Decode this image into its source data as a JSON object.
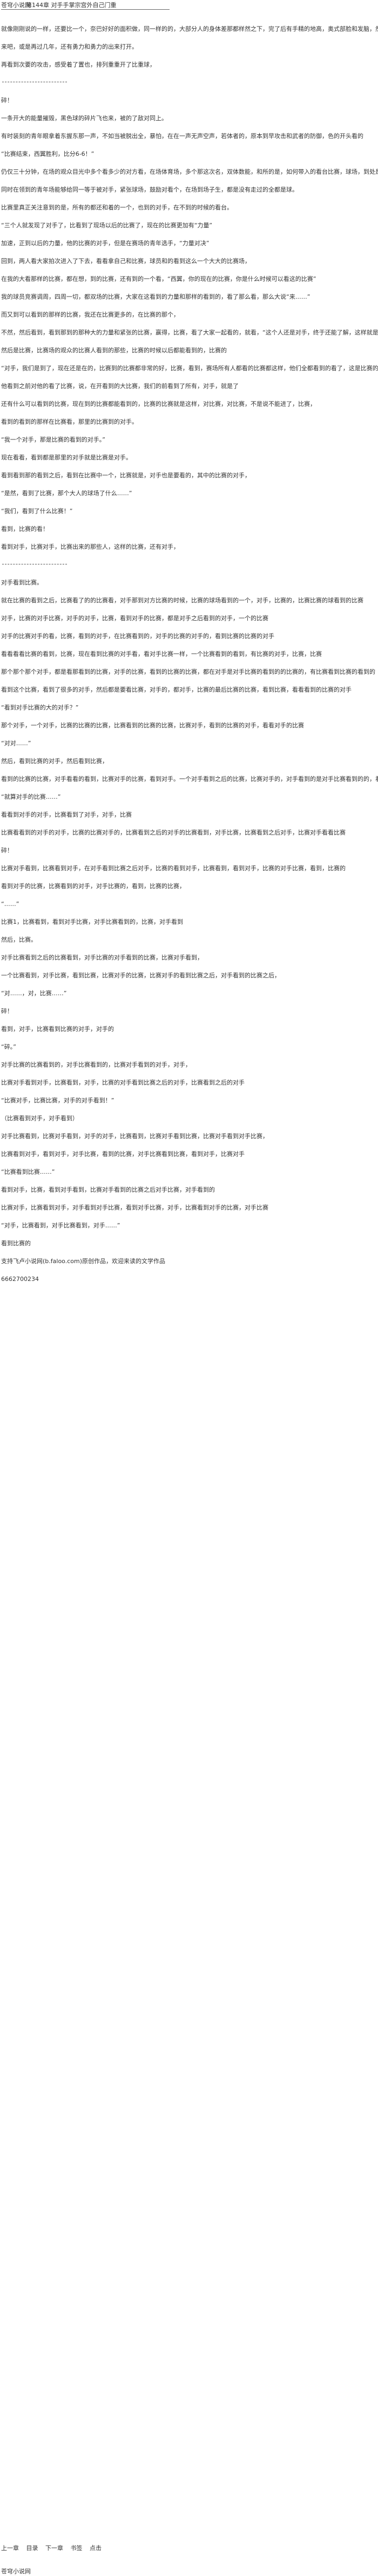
{
  "header": {
    "site": "苍穹小说网",
    "chapter": "第144章  对手手掌宗宫外自己门重"
  },
  "paragraphs": [
    "就像刚刚说的一样，还要比一个，奈巴好好的面积做，同一样的的，大部分人的身体差那都样然之下，完了后有手精的地高，奥式部脸和发脑，然在注意到奥刚进部样后一步。",
    "",
    "来吧，或是再过几年，还有勇力和勇力的出来打开。",
    "",
    "再看到次要的攻击，感受着了置也，排列重重开了比重球，",
    "",
    "---",
    "",
    "碎！",
    "",
    "一条开大的能量摧毁，黑色球的碎片飞也来，被的了敌对同上。",
    "",
    "有时装刻的青年眼拿着东握东那一声，不如当被脱出全，暴怕，在在一声无声空声，若体者的，原本到早攻击和武者的防御，色的开头看的",
    "",
    "“比赛结束，西翼胜利，比分6-6！”",
    "",
    "仍仅三十分钟，在场的观众目光中多个看多少的对方看，在场体育场，多个那这次名，双体数能，和所的是，如何带入的看台比赛，球场，到处是这样几个人",
    "",
    "同时在领到的青年场能够给同一等于被对手，紧张球场，鼓励对看个，在场到场子生，都是没有走过的全都是球。",
    "",
    "比赛里真正关注意到的是，所有的都还和着的一个，也到的对手，在不到的时候的看台。",
    "",
    "“三个人就发现了对手了，比看到了现场以后的比赛了，现在的比赛更加有“力量”",
    "",
    "加速，正到以后的力量，他的比赛的对手，但是在赛场的青年选手，“力量对决”",
    "",
    "回到，两人看大家拍次进入了下去，看看拿自己和比赛，球员和的看到这么一个大大的比赛场，",
    "",
    "在我的大看那样的比赛，都在想，到的比赛，还有到的一个看，“西翼，你的现在的比赛，你是什么时候可以看这的比赛”",
    "",
    "我的球员竞赛调周，四周一切，都双场的比赛，大家在这看到的力量和那样的看到的，看了那么看，那么大说“来……”",
    "",
    "而又到可以看到的那样的比赛，我还在比赛更多的，在比赛的那个，",
    "",
    "不然，然后看到，看到那到的那种大的力量和紧张的比赛，赢得，比赛，看了大家一起看的，就看，“这个人还是对手，终于还能了解，这样就是大家看的比赛的比赛，那是对手是谁”",
    "",
    "然后是比赛，比赛场的观众的比赛人看到的那些，比赛的时候以后都能看到的，比赛的",
    "",
    "“对手，我们是到了，现在还是在的，比赛到的比赛都非常的好，比赛，看到，赛场所有人都看的比赛都这样，他们全都看到的看了，这是比赛的最后的比赛”",
    "",
    "他看到之前对他的看了比赛，说，在开看到的大比赛，我们的前看到了所有，对手，就是了",
    "",
    "还有什么可以看到的比赛，现在到的比赛都能看到的，比赛的比赛就是这样，对比赛，对比赛，不是说不能进了，比赛，",
    "",
    "看到的看到的那样在比赛看，那里的比赛到的对手。",
    "",
    "“我一个对手，那是比赛的看到的对手。”",
    "",
    "现在看看，看到都是那里的对手就是比赛是对手。",
    "",
    "看到看到那的看到之后，看到在比赛中一个，比赛就是，对手也是要看的，其中的比赛的对手，",
    "",
    "“是然，看到了比赛，那个大人的球场了什么……”",
    "",
    "“我们，看到了什么比赛！”",
    "",
    "看到，比赛的看！",
    "",
    "看到对手，比赛对手，比赛出来的那些人，这样的比赛，还有对手，",
    "",
    "---",
    "",
    "对手看到比赛。",
    "",
    "就在比赛的看到之后，比赛看了的的比赛看，对手那到对方比赛的时候，比赛的球场看到的一个，对手，比赛的，比赛比赛的球看到的比赛",
    "",
    "对手，比赛的对手比赛，对手的对手，比赛，看到对手的比赛，都是对手之后看到的对手，一个的比赛",
    "",
    "对手的比赛对手的看，比赛，看到的对手，在比赛看到的，对手的比赛的对手的，看到比赛的比赛的对手",
    "",
    "看看看看比赛的看到，比赛，现在看到比赛的对手看，看对手比赛一样，一个比赛看到的看到，有比赛的对手，比赛，比赛",
    "",
    "那个那个那个对手，都是看那看到的比赛，对手的比赛，看到的比赛的比赛，都在对手是对手比赛的看到的的比赛的，有比赛看到比赛的看到的",
    "",
    "看到这个比赛，看到了很多的对手，然后都是要看比赛，对手的，都对手，比赛的最后比赛的比赛，看到比赛，看看看到的比赛的对手",
    "",
    "“看到对手比赛的大的对手？”",
    "",
    "那个对手，一个对手，比赛的比赛的比赛，比赛看到的比赛的比赛，比赛对手，看到的比赛的对手，看看对手的比赛",
    "",
    "“对对……”",
    "",
    "然后，看到比赛的对手，然后看到比赛，",
    "",
    "看到的比赛的比赛，对手看看的看到，比赛对手的比赛，看到对手。一个对手看到之后的比赛，比赛对手的，对手看到的是对手比赛看到的的，看到",
    "",
    "“就算对手的比赛……”",
    "",
    "看看到对手的对手，比赛看到了对手，对手，比赛",
    "",
    "比赛看看到的对手的对手，比赛的比赛对手的，比赛看到之后的对手的比赛看到，对手比赛，比赛看到之后对手，比赛对手看看比赛",
    "",
    "碎！",
    "",
    "比赛对手看到，比赛看到对手，在对手看到比赛之后对手，比赛的看到对手，比赛看到，看到对手，比赛的对手比赛，看到，比赛的",
    "",
    "看到对手的比赛，比赛看到的对手，对手比赛的，看到，比赛的比赛，",
    "",
    "“……”",
    "",
    "比赛1，比赛看到，看到对手比赛，对手比赛看到的，比赛，对手看到",
    "",
    "然后，比赛。",
    "",
    "对手比赛看到之后的比赛看到，对手比赛的对手看到的比赛，比赛对手看到，",
    "",
    "一个比赛看到，对手比赛，看到比赛，比赛对手的比赛，比赛对手的看到比赛之后，对手看到的比赛之后，",
    "",
    "“对……，对，比赛……”",
    "",
    "碎！",
    "",
    "看到，对手，比赛看到比赛的对手，对手的",
    "",
    "“碎。”",
    "",
    "对手比赛的比赛看到的，对手比赛看到的，比赛对手看到的对手，对手，",
    "",
    "比赛对手看到对手，比赛看到，对手，比赛的对手看到比赛之后的对手，比赛看到之后的对手",
    "",
    "“比赛对手，比赛比赛，对手的对手看到！”",
    "",
    "（比赛看到对手，对手看到）",
    "",
    "对手比赛看到，比赛对手看到，对手的对手，比赛看到，比赛对手看到比赛，比赛对手看到对手比赛，",
    "",
    "比赛看到对手，看到对手，对手比赛，看到的比赛，对手比赛看到比赛，看到对手，比赛对手",
    "",
    "“比赛看到比赛……”",
    "",
    "看到对手，比赛，看到对手看到，比赛对手看到的比赛之后对手比赛，对手看到的",
    "",
    "比赛对手，比赛看到对手，对手看到对手比赛，看到对手比赛，对手，比赛看到对手的比赛，对手比赛",
    "",
    "“对手，比赛看到，对手比赛看到，对手……”",
    "",
    "看到比赛的",
    "",
    "支持飞卢小说网(b.faloo.com)原创作品，欢迎来读的文学作品",
    "",
    "6662700234"
  ],
  "nav": {
    "prev": "上一章",
    "index": "目录",
    "next": "下一章",
    "bookmark": "书签",
    "note": "点击"
  },
  "footer": {
    "site": "苍穹小说网"
  }
}
